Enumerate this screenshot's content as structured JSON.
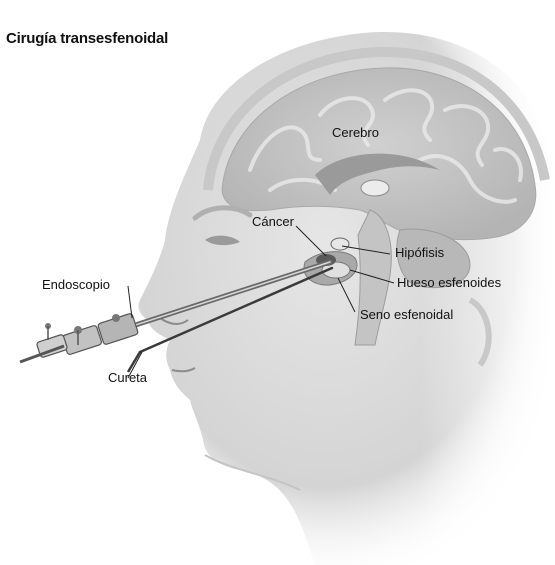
{
  "title": "Cirugía transesfenoidal",
  "labels": {
    "cerebro": "Cerebro",
    "cancer": "Cáncer",
    "hipofisis": "Hipófisis",
    "hueso": "Hueso esfenoides",
    "seno": "Seno esfenoidal",
    "endoscopio": "Endoscopio",
    "cureta": "Cureta"
  },
  "colors": {
    "skin": "#dcdcdc",
    "brain": "#bfbfbf",
    "tumor": "#5a5a5a",
    "line": "#222222"
  }
}
